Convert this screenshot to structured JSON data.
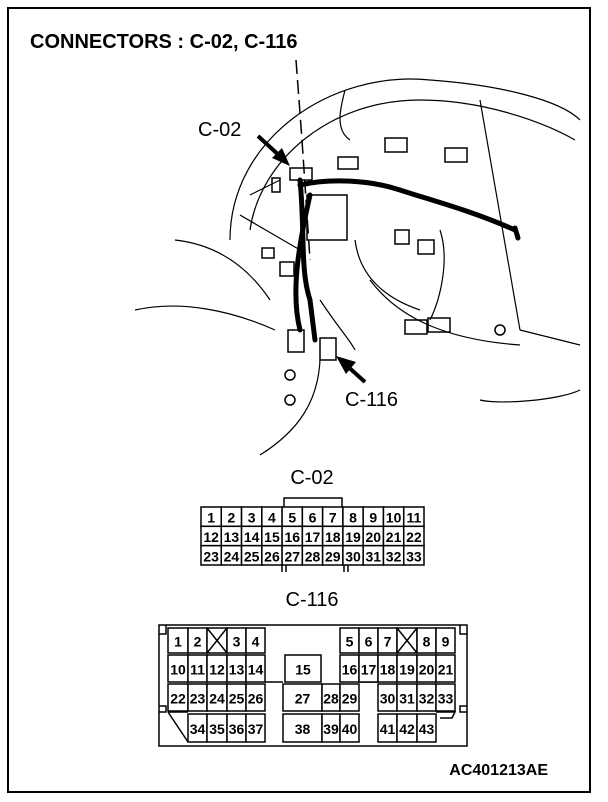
{
  "title": "CONNECTORS : C-02, C-116",
  "callouts": {
    "c02": "C-02",
    "c116": "C-116"
  },
  "c02": {
    "label": "C-02",
    "rows": [
      [
        "1",
        "2",
        "3",
        "4",
        "5",
        "6",
        "7",
        "8",
        "9",
        "10",
        "11"
      ],
      [
        "12",
        "13",
        "14",
        "15",
        "16",
        "17",
        "18",
        "19",
        "20",
        "21",
        "22"
      ],
      [
        "23",
        "24",
        "25",
        "26",
        "27",
        "28",
        "29",
        "30",
        "31",
        "32",
        "33"
      ]
    ]
  },
  "c116": {
    "label": "C-116",
    "pins": [
      "1",
      "2",
      "3",
      "4",
      "5",
      "6",
      "7",
      "8",
      "9",
      "10",
      "11",
      "12",
      "13",
      "14",
      "15",
      "16",
      "17",
      "18",
      "19",
      "20",
      "21",
      "22",
      "23",
      "24",
      "25",
      "26",
      "27",
      "28",
      "29",
      "30",
      "31",
      "32",
      "33",
      "34",
      "35",
      "36",
      "37",
      "38",
      "39",
      "40",
      "41",
      "42",
      "43"
    ],
    "unused_positions": 2
  },
  "figure_code": "AC401213AE"
}
